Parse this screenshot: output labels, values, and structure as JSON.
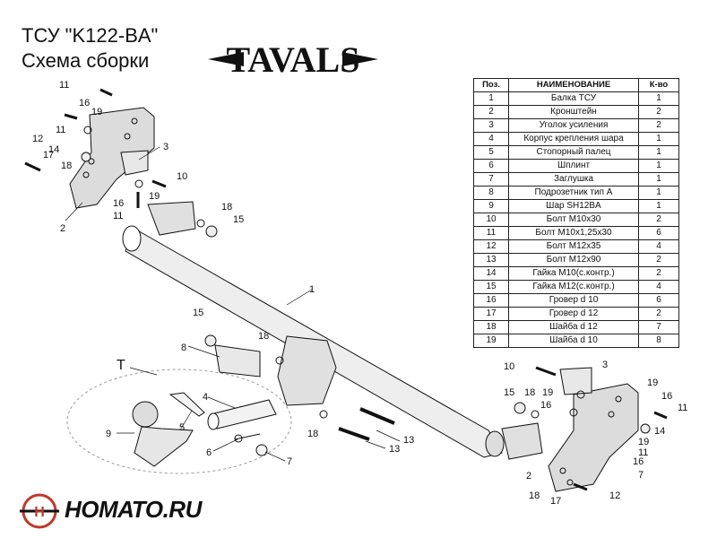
{
  "header": {
    "title_line1": "ТСУ  \"K122-BA\"",
    "title_line2": "Схема сборки"
  },
  "logo": {
    "text": "TAVALS"
  },
  "table": {
    "headers": {
      "pos": "Поз.",
      "name": "НАИМЕНОВАНИЕ",
      "qty": "К-во"
    },
    "rows": [
      {
        "pos": "1",
        "name": "Балка ТСУ",
        "qty": "1"
      },
      {
        "pos": "2",
        "name": "Кронштейн",
        "qty": "2"
      },
      {
        "pos": "3",
        "name": "Уголок усиления",
        "qty": "2"
      },
      {
        "pos": "4",
        "name": "Корпус крепления шара",
        "qty": "1"
      },
      {
        "pos": "5",
        "name": "Стопорный палец",
        "qty": "1"
      },
      {
        "pos": "6",
        "name": "Шплинт",
        "qty": "1"
      },
      {
        "pos": "7",
        "name": "Заглушка",
        "qty": "1"
      },
      {
        "pos": "8",
        "name": "Подрозетник тип А",
        "qty": "1"
      },
      {
        "pos": "9",
        "name": "Шар SH12BA",
        "qty": "1"
      },
      {
        "pos": "10",
        "name": "Болт M10x30",
        "qty": "2"
      },
      {
        "pos": "11",
        "name": "Болт M10x1,25x30",
        "qty": "6"
      },
      {
        "pos": "12",
        "name": "Болт M12x35",
        "qty": "4"
      },
      {
        "pos": "13",
        "name": "Болт M12x90",
        "qty": "2"
      },
      {
        "pos": "14",
        "name": "Гайка M10(с.контр.)",
        "qty": "2"
      },
      {
        "pos": "15",
        "name": "Гайка M12(с.контр.)",
        "qty": "4"
      },
      {
        "pos": "16",
        "name": "Гровер d 10",
        "qty": "6"
      },
      {
        "pos": "17",
        "name": "Гровер d 12",
        "qty": "2"
      },
      {
        "pos": "18",
        "name": "Шайба d 12",
        "qty": "7"
      },
      {
        "pos": "19",
        "name": "Шайба d 10",
        "qty": "8"
      }
    ]
  },
  "callouts": {
    "c1": "1",
    "c2": "2",
    "c3": "3",
    "c4": "4",
    "c5": "5",
    "c6": "6",
    "c7": "7",
    "c8": "8",
    "c9": "9",
    "c10": "10",
    "c11": "11",
    "c12": "12",
    "c13": "13",
    "c14": "14",
    "c15": "15",
    "c16": "16",
    "c17": "17",
    "c18": "18",
    "c19": "19",
    "cT": "T"
  },
  "brand": {
    "text": "НОМАТО.RU"
  }
}
